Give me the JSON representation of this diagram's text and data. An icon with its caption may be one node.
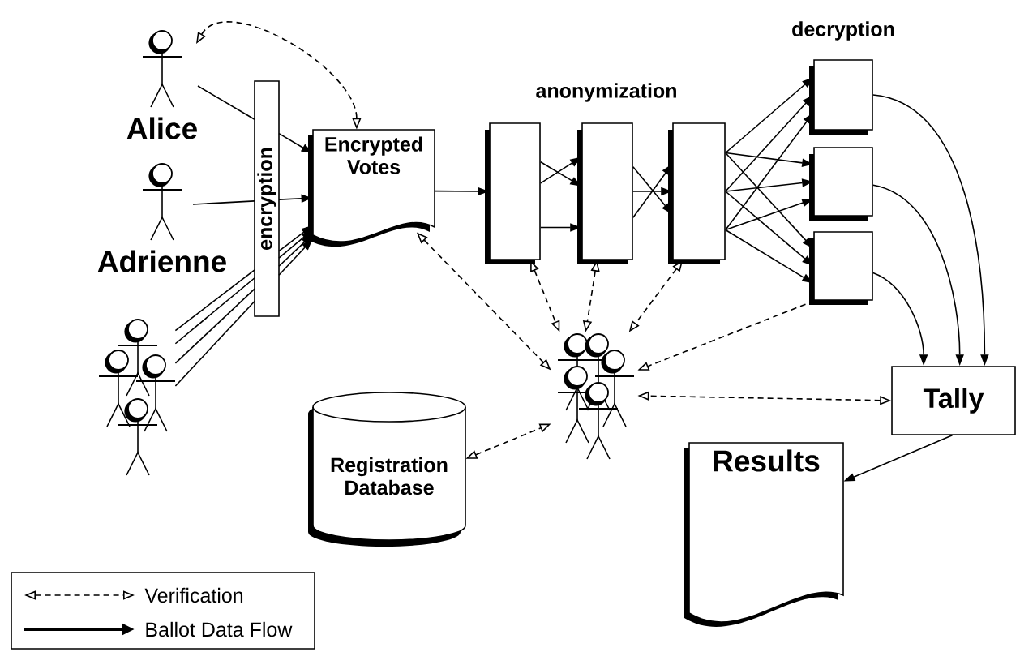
{
  "diagram": {
    "nodes": [
      {
        "text": [
          "Alice"
        ]
      },
      {
        "text": [
          "Adrienne"
        ]
      },
      {
        "text": [],
        "shape": "person"
      },
      {
        "text": [
          "encryption"
        ]
      },
      {
        "text": [
          "Encrypted Votes"
        ]
      },
      {
        "text": [],
        "shape": "box"
      },
      {
        "text": [],
        "shape": "box"
      },
      {
        "text": [],
        "shape": "box"
      },
      {
        "text": [],
        "shape": "box"
      },
      {
        "text": [],
        "shape": "box"
      },
      {
        "text": [],
        "shape": "box"
      },
      {
        "text": [],
        "shape": "person"
      },
      {
        "text": [
          "Registration Database"
        ]
      },
      {
        "text": [
          "Tally"
        ]
      },
      {
        "text": [
          "Results"
        ]
      }
    ],
    "edges": [
      {
        "from": 0,
        "to": 3,
        "arrow": "none"
      },
      {
        "from": 3,
        "to": 4,
        "arrow": "to"
      },
      {
        "from": 1,
        "to": 3,
        "arrow": "none"
      },
      {
        "from": 3,
        "to": 4,
        "arrow": "to"
      },
      {
        "from": 2,
        "to": 3,
        "arrow": "none"
      },
      {
        "from": 3,
        "to": 4,
        "arrow": "to"
      },
      {
        "from": 2,
        "to": 3,
        "arrow": "none"
      },
      {
        "from": 3,
        "to": 4,
        "arrow": "to"
      },
      {
        "from": 2,
        "to": 3,
        "arrow": "none"
      },
      {
        "from": 3,
        "to": 4,
        "arrow": "to"
      },
      {
        "from": 2,
        "to": 3,
        "arrow": "none"
      },
      {
        "from": 3,
        "to": 4,
        "arrow": "to"
      },
      {
        "from": 4,
        "to": 5,
        "arrow": "to"
      },
      {
        "from": 5,
        "to": 6,
        "arrow": "to"
      },
      {
        "from": 5,
        "to": 6,
        "arrow": "to"
      },
      {
        "from": 5,
        "to": 6,
        "arrow": "to"
      },
      {
        "from": 6,
        "to": 7,
        "arrow": "to"
      },
      {
        "from": 6,
        "to": 7,
        "arrow": "to"
      },
      {
        "from": 6,
        "to": 7,
        "arrow": "to"
      },
      {
        "from": 7,
        "to": 8,
        "arrow": "to"
      },
      {
        "from": 7,
        "to": 8,
        "arrow": "to"
      },
      {
        "from": 7,
        "to": 8,
        "arrow": "to"
      },
      {
        "from": 7,
        "to": 9,
        "arrow": "to"
      },
      {
        "from": 7,
        "to": 9,
        "arrow": "to"
      },
      {
        "from": 7,
        "to": 9,
        "arrow": "to"
      },
      {
        "from": 7,
        "to": 10,
        "arrow": "to"
      },
      {
        "from": 7,
        "to": 10,
        "arrow": "to"
      },
      {
        "from": 7,
        "to": 10,
        "arrow": "to"
      },
      {
        "from": 8,
        "to": 13,
        "arrow": "to"
      },
      {
        "from": 9,
        "to": 13,
        "arrow": "to"
      },
      {
        "from": 10,
        "to": 13,
        "arrow": "to"
      },
      {
        "from": 13,
        "to": 14,
        "arrow": "to"
      },
      {
        "from": 0,
        "to": 4,
        "arrow": "both",
        "style": "dashed"
      },
      {
        "from": 4,
        "to": 11,
        "arrow": "both",
        "style": "dashed"
      },
      {
        "from": 5,
        "to": 11,
        "arrow": "both",
        "style": "dashed"
      },
      {
        "from": 6,
        "to": 11,
        "arrow": "both",
        "style": "dashed"
      },
      {
        "from": 7,
        "to": 11,
        "arrow": "both",
        "style": "dashed"
      },
      {
        "from": 10,
        "to": 11,
        "arrow": "to",
        "style": "dashed"
      },
      {
        "from": 13,
        "to": 11,
        "arrow": "both",
        "style": "dashed"
      },
      {
        "from": 12,
        "to": 11,
        "arrow": "both",
        "style": "dashed"
      }
    ],
    "labels": [
      "anonymization",
      "decryption"
    ],
    "legend": [
      {
        "text": "Verification"
      },
      {
        "text": "Ballot Data Flow"
      }
    ]
  }
}
